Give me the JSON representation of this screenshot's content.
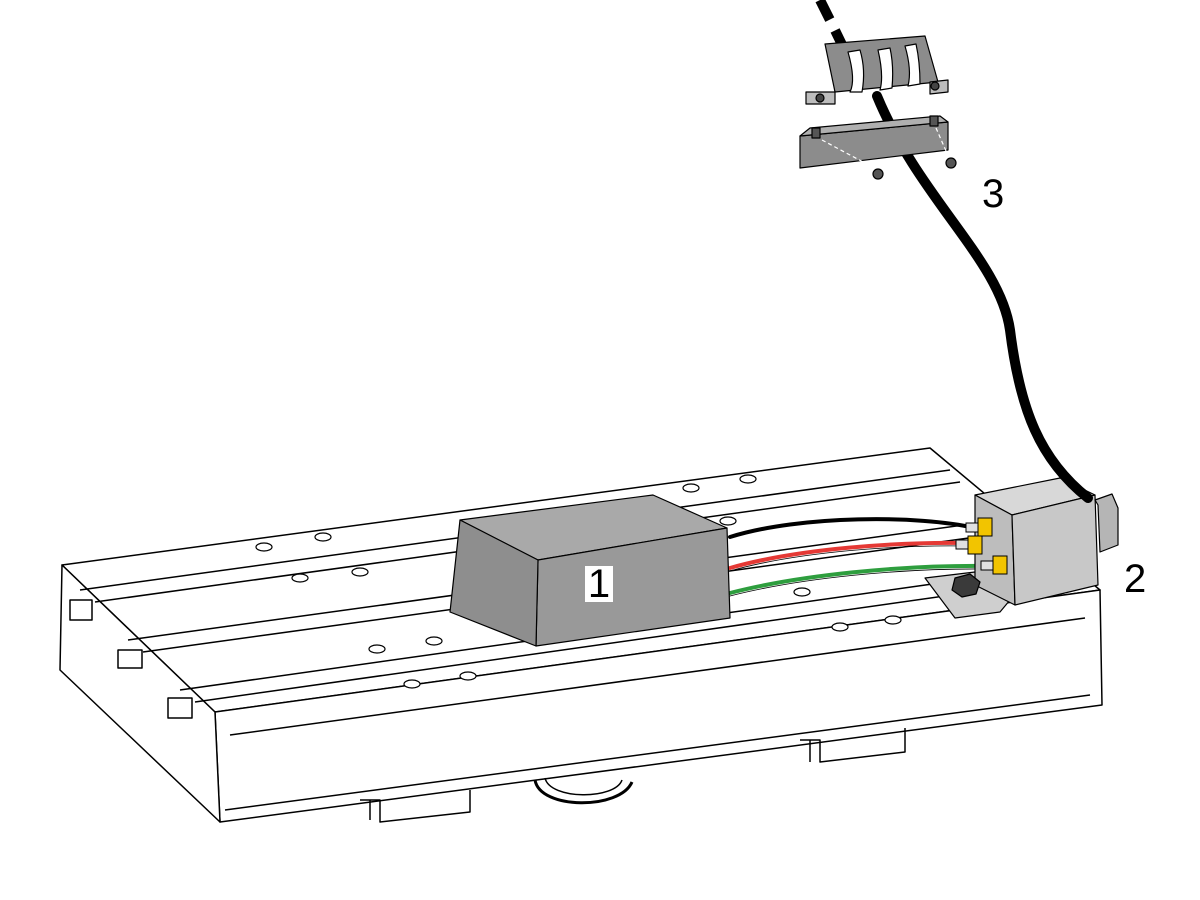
{
  "diagram": {
    "callouts": [
      {
        "id": "item-1",
        "text": "1"
      },
      {
        "id": "item-2",
        "text": "2"
      },
      {
        "id": "item-3",
        "text": "3"
      }
    ],
    "colors": {
      "box": "#999999",
      "box_light": "#a9a9a9",
      "box_dark": "#8a8a8a",
      "junction_box": "#c8c8c8",
      "wire_black": "#000000",
      "wire_red": "#e53935",
      "wire_green": "#2e9e3e",
      "fitting": "#f2c400",
      "table_line": "#000000",
      "bracket": "#8c8c8c"
    }
  }
}
